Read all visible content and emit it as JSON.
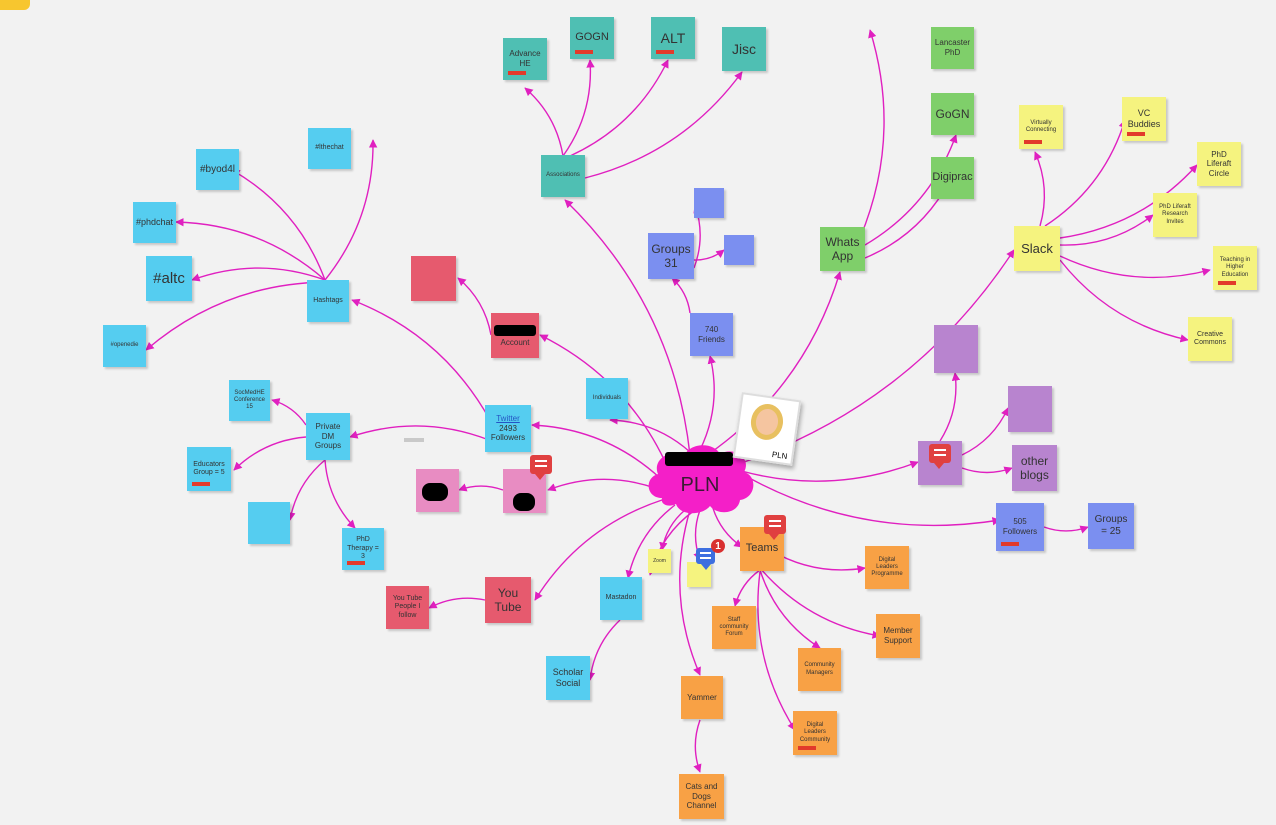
{
  "colors": {
    "link": "#e020c0",
    "teal": "#4fbfb3",
    "cyan": "#55cdf0",
    "red": "#e65a6e",
    "green": "#7fcf6a",
    "yellow": "#f5f37f",
    "blue": "#7b8ff0",
    "purple": "#b884cf",
    "orange": "#f8a145",
    "pink": "#e88cc2",
    "magenta": "#f41fc8",
    "tag": "#e23a2b"
  },
  "center": {
    "label": "PLN",
    "avatar_caption": "PLN"
  },
  "notes": {
    "advance_he": "Advance HE",
    "gogn_top": "GOGN",
    "alt": "ALT",
    "jisc": "Jisc",
    "associations": "Associations",
    "lancaster": "Lancaster PhD",
    "gogn_wa": "GoGN",
    "digiprac": "Digiprac",
    "whatsapp": "Whats App",
    "virtually_connecting": "Virtually Connecting",
    "vc_buddies": "VC Buddies",
    "phd_liferaft": "PhD Liferaft Circle",
    "phd_liferaft_research": "PhD Liferaft Research Invites",
    "slack": "Slack",
    "teaching_he": "Teaching in Higher Education",
    "creative_commons": "Creative Commons",
    "groups_31": "Groups 31",
    "groups_sub_a": "",
    "groups_sub_b": "",
    "fb_friends": "740 Friends",
    "fb_top": "",
    "hashtag_top": "#lthechat",
    "byod4l": "#byod4l",
    "phdchat": "#phdchat",
    "altc": "#altc",
    "hashtag_left": "#openedie",
    "hashtags": "Hashtags",
    "account_top": "",
    "account": "Account",
    "individuals": "Individuals",
    "conference": "SocMedHE Conference 15",
    "private_dm": "Private DM Groups",
    "educators": "Educators Group = 5",
    "dm_sub": "",
    "phd_therapy": "PhD Therapy = 3",
    "twitter_link": "Twitter",
    "twitter_followers": "2493 Followers",
    "insta_link": "",
    "insta": "",
    "insta_left": "",
    "blog_top": "",
    "blog_mid": "",
    "blogs": "",
    "other_blogs": "other blogs",
    "linkedin_link": "",
    "linkedin_followers": "505 Followers",
    "groups_25": "Groups = 25",
    "youtube": "You Tube",
    "youtube_people": "You Tube People I follow",
    "mastodon": "Mastadon",
    "scholar_social": "Scholar Social",
    "zoom": "Zoom",
    "note_mini": "",
    "teams": "Teams",
    "digital_leaders": "Digital Leaders Programme",
    "staff_community": "Staff community Forum",
    "member_support": "Member Support",
    "community_managers": "Community Managers",
    "digital_leaders_community": "Digital Leaders Community",
    "yammer": "Yammer",
    "cats_dogs": "Cats and Dogs Channel"
  }
}
